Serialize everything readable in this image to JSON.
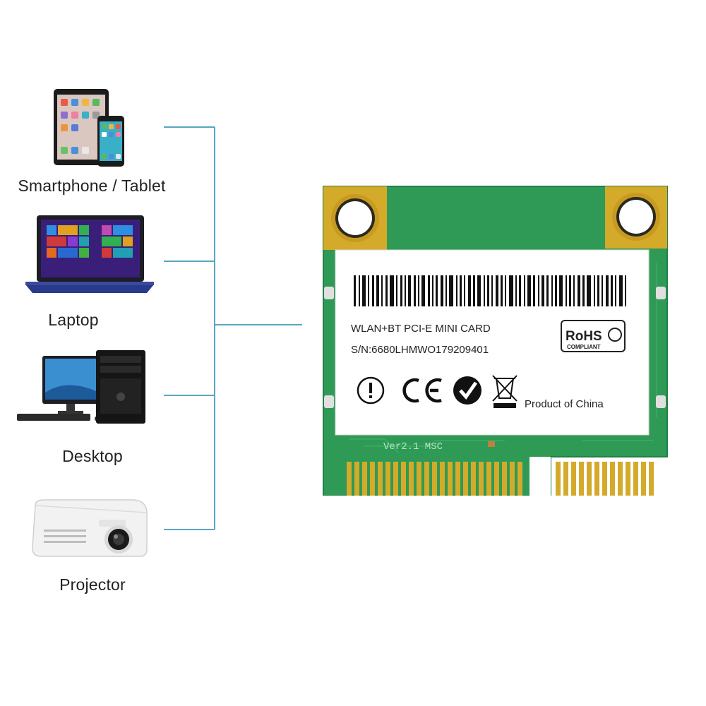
{
  "devices": [
    {
      "id": "smartphone-tablet",
      "label": "Smartphone / Tablet",
      "icon": "tablet-phone-icon"
    },
    {
      "id": "laptop",
      "label": "Laptop",
      "icon": "laptop-icon"
    },
    {
      "id": "desktop",
      "label": "Desktop",
      "icon": "desktop-computer-icon"
    },
    {
      "id": "projector",
      "label": "Projector",
      "icon": "projector-icon"
    }
  ],
  "card": {
    "title": "WLAN+BT PCI-E MINI CARD",
    "serial": "S/N:6680LHMWO179209401",
    "rohs": "RoHS",
    "compliant": "COMPLIANT",
    "origin": "Product of China",
    "pcb_marking": "Ver2.1 MSC"
  },
  "colors": {
    "connector_line": "#5ba5c0",
    "pcb_green": "#2f9a56",
    "gold": "#d4aa2a",
    "label_white": "#ffffff"
  }
}
